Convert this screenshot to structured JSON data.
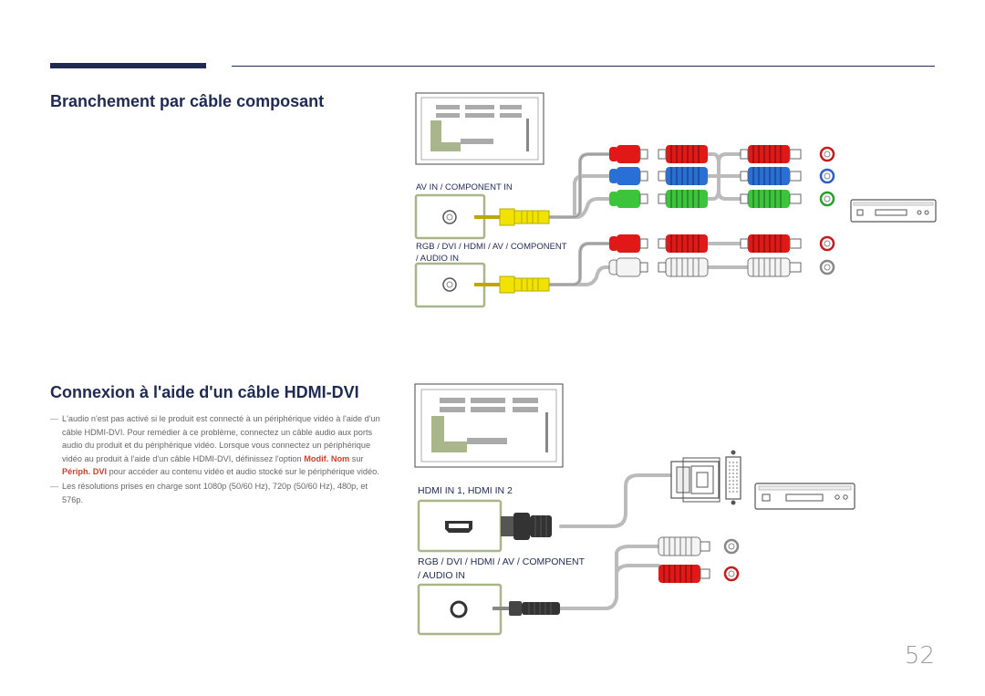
{
  "sections": {
    "component": {
      "title": "Branchement par câble composant"
    },
    "hdmi_dvi": {
      "title": "Connexion à l'aide d'un câble HDMI-DVI"
    }
  },
  "labels": {
    "av_component_in": "AV IN / COMPONENT IN",
    "rgb_audio_in_line1": "RGB / DVI / HDMI / AV / COMPONENT",
    "rgb_audio_in_line2": "/ AUDIO IN",
    "hdmi_in": "HDMI IN 1, HDMI IN 2"
  },
  "notes": [
    {
      "pre": "L'audio n'est pas activé si le produit est connecté à un périphérique vidéo à l'aide d'un câble HDMI-DVI. Pour remédier à ce problème, connectez un câble audio aux ports audio du produit et du périphérique vidéo. Lorsque vous connectez un périphérique vidéo au produit à l'aide d'un câble HDMI-DVI, définissez l'option ",
      "hl1": "Modif. Nom",
      "mid": " sur ",
      "hl2": "Périph. DVI",
      "post": " pour accéder au contenu vidéo et audio stocké sur le périphérique vidéo."
    },
    {
      "text": "Les résolutions prises en charge sont 1080p (50/60 Hz), 720p (50/60 Hz), 480p, et 576p."
    }
  ],
  "page_number": "52",
  "colors": {
    "heading": "#1f2a52",
    "highlight": "#c8412f",
    "red_plug": "#e01818",
    "blue_plug": "#2a6fd6",
    "green_plug": "#3cc43c",
    "yellow_plug": "#f2e200",
    "white_plug": "#f4f4f4",
    "port_frame": "#a9b58a"
  }
}
